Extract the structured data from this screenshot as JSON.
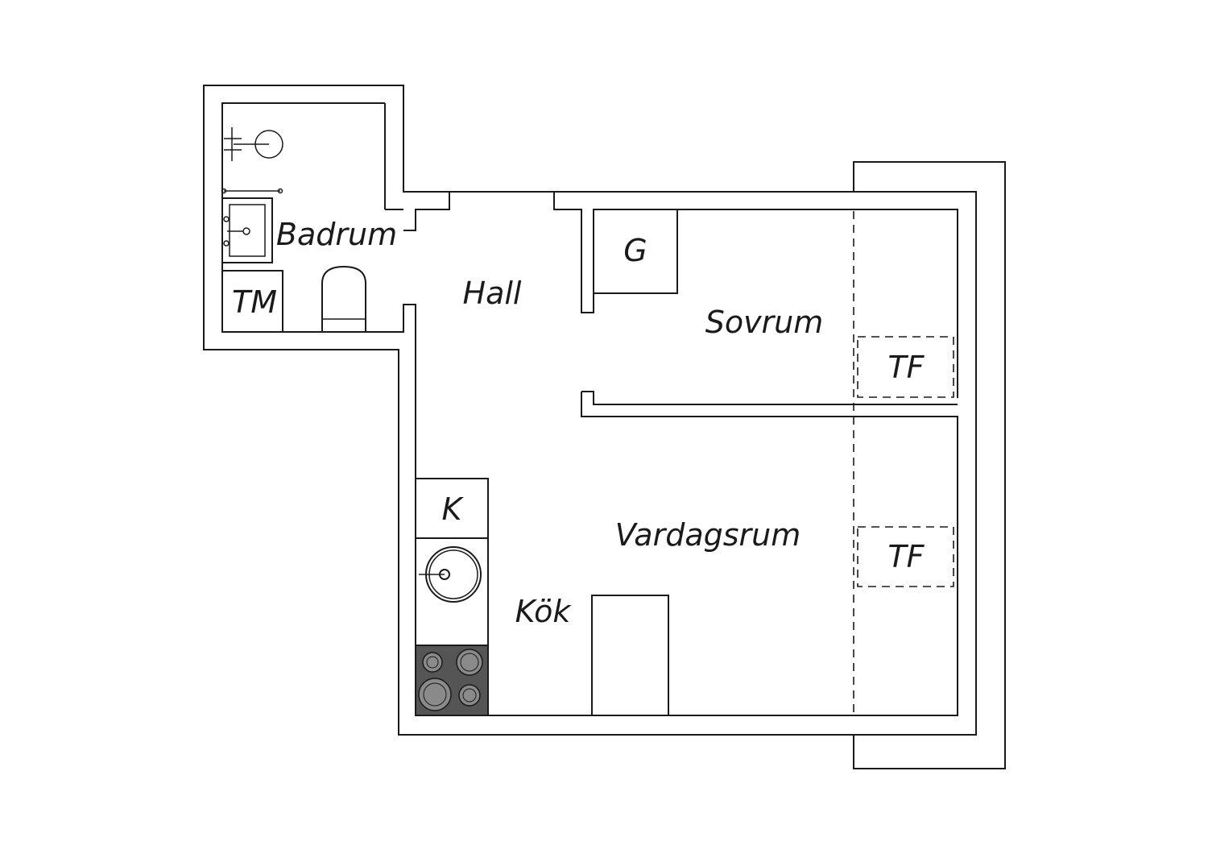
{
  "floorplan": {
    "rooms": {
      "bathroom": "Badrum",
      "hall": "Hall",
      "bedroom": "Sovrum",
      "living_room": "Vardagsrum",
      "kitchen": "Kök"
    },
    "fixtures": {
      "wardrobe": "G",
      "washer": "TM",
      "fridge": "K",
      "skylight_1": "TF",
      "skylight_2": "TF"
    },
    "colors": {
      "wall_stroke": "#1a1a1a",
      "background": "#ffffff",
      "stove": "#555555",
      "burner": "#8a8a8a"
    }
  }
}
